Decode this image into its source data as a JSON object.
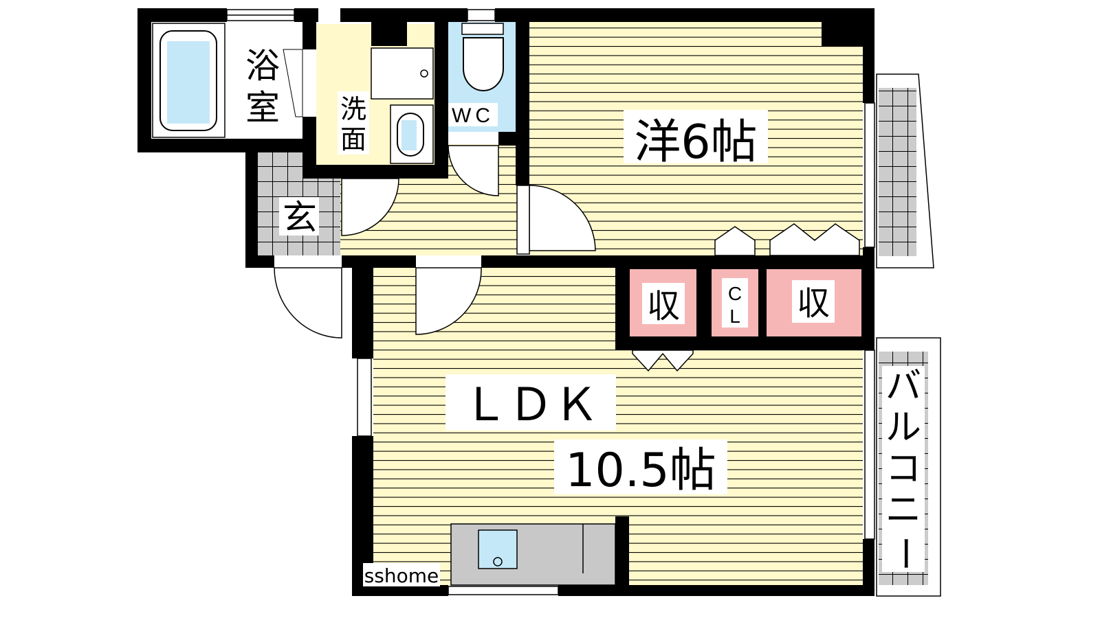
{
  "colors": {
    "wall": "#000000",
    "floor": "#fff9cc",
    "tile": "#cccccc",
    "water": "#c5e8f8",
    "storage": "#f7b6b6",
    "kitchen": "#c8c8c8"
  },
  "rooms": {
    "bath_1": "浴",
    "bath_2": "室",
    "wash_1": "洗",
    "wash_2": "面",
    "wc": "WC",
    "entrance": "玄",
    "western": "洋6帖",
    "ldk": "ＬＤＫ",
    "ldk_size": "10.5帖",
    "storage_left": "収",
    "closet_1": "C",
    "closet_2": "L",
    "storage_right": "収",
    "balcony": [
      "バ",
      "ル",
      "コ",
      "ニ",
      "ー"
    ]
  },
  "watermark": "sshome"
}
